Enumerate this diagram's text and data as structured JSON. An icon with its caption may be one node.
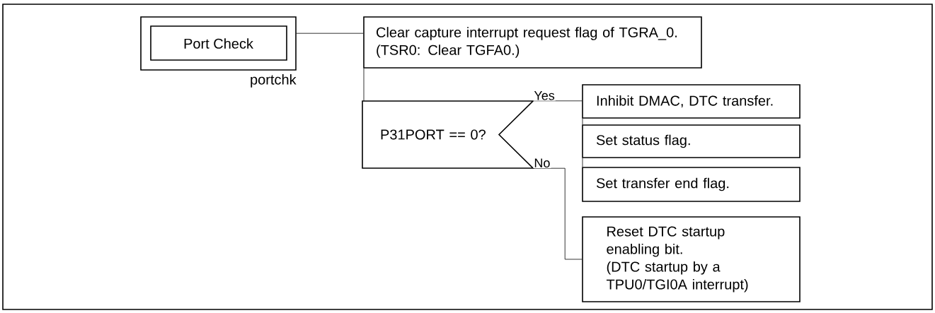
{
  "diagram": {
    "nodes": [
      {
        "text": [
          "Port Check"
        ],
        "beside": [
          "portchk"
        ]
      },
      {
        "text": [
          "Clear capture interrupt request flag of TGRA_0.",
          "(TSR0: Clear TGFA0.)"
        ]
      },
      {
        "text": [
          "P31PORT == 0?"
        ]
      },
      {
        "text": [
          "Inhibit DMAC, DTC transfer."
        ]
      },
      {
        "text": [
          "Set status flag."
        ]
      },
      {
        "text": [
          "Set transfer end flag."
        ]
      },
      {
        "text": [
          "Reset DTC startup enabling bit.",
          "(DTC startup by a TPU0/TGI0A interrupt)"
        ]
      }
    ],
    "edges": [
      {
        "from": 0,
        "to": 1,
        "arrow": "none"
      },
      {
        "from": 1,
        "to": 2,
        "arrow": "none"
      },
      {
        "from": 2,
        "to": 3,
        "arrow": "none",
        "label": "Yes"
      },
      {
        "from": 3,
        "to": 4,
        "arrow": "none"
      },
      {
        "from": 4,
        "to": 5,
        "arrow": "none"
      },
      {
        "from": 2,
        "to": 6,
        "arrow": "none",
        "label": "No"
      }
    ]
  }
}
